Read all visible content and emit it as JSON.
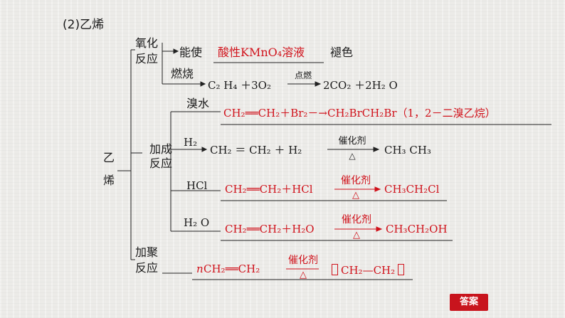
{
  "heading": "(2)乙烯",
  "root_label": [
    "乙",
    "烯"
  ],
  "branches": {
    "oxidation": {
      "label": [
        "氧化",
        "反应"
      ],
      "sub1_prefix": "能使",
      "sub1_answer": "酸性KMnO₄溶液",
      "sub1_suffix": "褪色",
      "sub2_label": "燃烧",
      "sub2_reactants": "C₂ H₄ ＋3O₂",
      "sub2_condition": "点燃",
      "sub2_products": "2CO₂ ＋2H₂ O"
    },
    "addition": {
      "label": [
        "加成",
        "反应"
      ],
      "bromine": {
        "label": "溴水",
        "answer": "CH₂══CH₂＋Br₂－→CH₂BrCH₂Br（1，2－二溴乙烷）"
      },
      "hydrogen": {
        "label": "H₂",
        "reactants": "CH₂ ＝ CH₂ ＋ H₂",
        "catalyst": "催化剂",
        "heat": "△",
        "products": "CH₃ CH₃"
      },
      "hcl": {
        "label": "HCl",
        "reactants": "CH₂══CH₂＋HCl",
        "catalyst": "催化剂",
        "heat": "△",
        "products": "CH₃CH₂Cl"
      },
      "water": {
        "label": "H₂ O",
        "reactants": "CH₂══CH₂＋H₂O",
        "catalyst": "催化剂",
        "heat": "△",
        "products": "CH₃CH₂OH"
      }
    },
    "polymerization": {
      "label": [
        "加聚",
        "反应"
      ],
      "coefficient": "n",
      "reactants": "CH₂══CH₂",
      "catalyst": "催化剂",
      "heat": "△",
      "products": "CH₂—CH₂"
    }
  },
  "answer_button": "答案",
  "colors": {
    "answer_text": "#d0121b",
    "button_bg": "#c8141d"
  }
}
